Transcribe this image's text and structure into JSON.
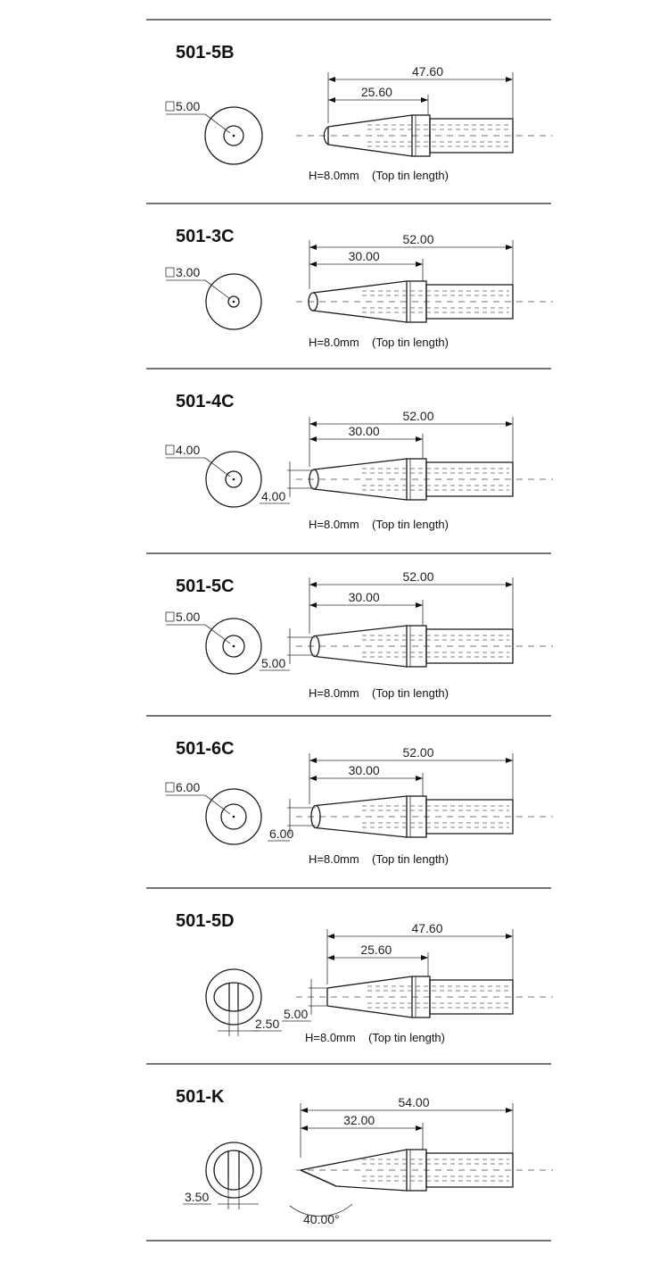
{
  "note_prefix": "H=8.0mm",
  "note_suffix": "(Top tin length)",
  "tips": [
    {
      "id": "tip-501-5b",
      "model": "501-5B",
      "shape": "B",
      "diameter_label": "5.00",
      "overall_length": "47.60",
      "cone_length": "25.60"
    },
    {
      "id": "tip-501-3c",
      "model": "501-3C",
      "shape": "C",
      "diameter_label": "3.00",
      "overall_length": "52.00",
      "cone_length": "30.00"
    },
    {
      "id": "tip-501-4c",
      "model": "501-4C",
      "shape": "C",
      "diameter_label": "4.00",
      "overall_length": "52.00",
      "cone_length": "30.00",
      "face_label": "4.00"
    },
    {
      "id": "tip-501-5c",
      "model": "501-5C",
      "shape": "C",
      "diameter_label": "5.00",
      "overall_length": "52.00",
      "cone_length": "30.00",
      "face_label": "5.00"
    },
    {
      "id": "tip-501-6c",
      "model": "501-6C",
      "shape": "C",
      "diameter_label": "6.00",
      "overall_length": "52.00",
      "cone_length": "30.00",
      "face_label": "6.00"
    },
    {
      "id": "tip-501-5d",
      "model": "501-5D",
      "shape": "D",
      "overall_length": "47.60",
      "cone_length": "25.60",
      "face_label": "5.00",
      "slot_label": "2.50"
    },
    {
      "id": "tip-501-k",
      "model": "501-K",
      "shape": "K",
      "overall_length": "54.00",
      "cone_length": "32.00",
      "slot_label": "3.50",
      "angle_label": "40.00°"
    }
  ]
}
